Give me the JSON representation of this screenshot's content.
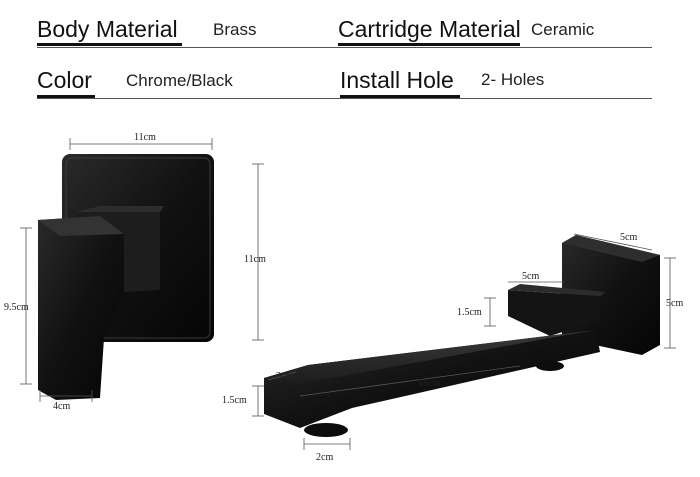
{
  "specs": {
    "body_material": {
      "label": "Body Material",
      "value": "Brass"
    },
    "cartridge_material": {
      "label": "Cartridge Material",
      "value": "Ceramic"
    },
    "color": {
      "label": "Color",
      "value": "Chrome/Black"
    },
    "install_hole": {
      "label": "Install Hole",
      "value": "2- Holes"
    }
  },
  "dimensions": {
    "plate_width": "11cm",
    "plate_height": "11cm",
    "valve_height": "9.5cm",
    "handle_depth": "4cm",
    "block_width": "5cm",
    "block_height": "5cm",
    "arm_width": "5cm",
    "arm_height": "1.5cm",
    "spout_length": "18cm",
    "spout_width": "3cm",
    "spout_height": "1.5cm",
    "outlet_diameter": "2cm"
  }
}
